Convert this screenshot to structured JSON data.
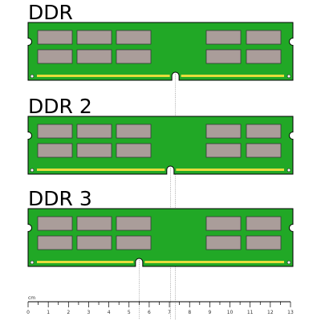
{
  "modules": [
    {
      "label": "DDR",
      "notch_cm": 7.3
    },
    {
      "label": "DDR 2",
      "notch_cm": 7.05
    },
    {
      "label": "DDR 3",
      "notch_cm": 5.5
    }
  ],
  "ruler": {
    "unit": "cm",
    "ticks": [
      "0",
      "1",
      "2",
      "3",
      "4",
      "5",
      "6",
      "7",
      "8",
      "9",
      "10",
      "11",
      "12",
      "13"
    ]
  },
  "colors": {
    "pcb": "#21a826",
    "pcb_outline": "#000000",
    "chip": "#aa9d9a",
    "chip_outline": "#3a3a3a",
    "contacts": "#e6dc3c",
    "guide_line": "#999999",
    "ruler": "#000000"
  }
}
